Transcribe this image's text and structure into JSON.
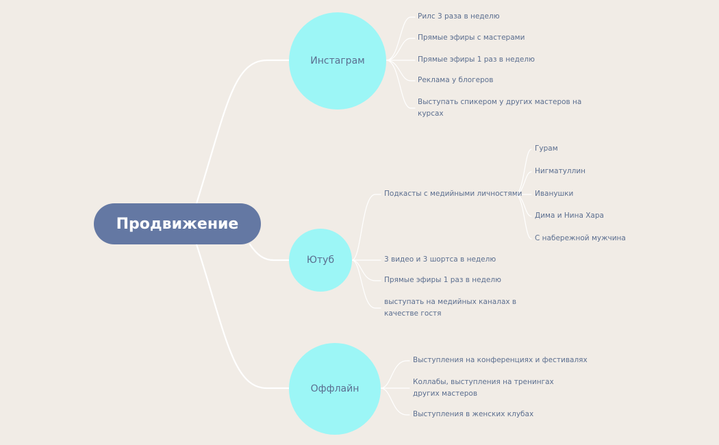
{
  "root": {
    "label": "Продвижение"
  },
  "branches": {
    "instagram": {
      "label": "Инстаграм",
      "items": [
        "Рилс 3 раза в неделю",
        "Прямые эфиры с мастерами",
        "Прямые эфиры 1 раз в неделю",
        "Реклама у блогеров",
        "Выступать спикером у других мастеров на курсах"
      ]
    },
    "youtube": {
      "label": "Ютуб",
      "podcasts": {
        "label": "Подкасты с медийными личностями",
        "guests": [
          "Гурам",
          "Нигматуллин",
          "Иванушки",
          "Дима и Нина Хара",
          "С набережной мужчина"
        ]
      },
      "items": [
        "3 видео и 3 шортса в неделю",
        "Прямые эфиры 1 раз в неделю",
        "выступать на медийных каналах в качестве гостя"
      ]
    },
    "offline": {
      "label": "Оффлайн",
      "items": [
        "Выступления на конференциях и фестивалях",
        "Коллабы, выступления на тренингах других мастеров",
        "Выступления в женских клубах"
      ]
    }
  },
  "colors": {
    "background": "#f1ece6",
    "root_fill": "#6478a3",
    "branch_fill": "#9cf6f6",
    "text": "#5b6e8f",
    "connector": "#ffffff"
  }
}
